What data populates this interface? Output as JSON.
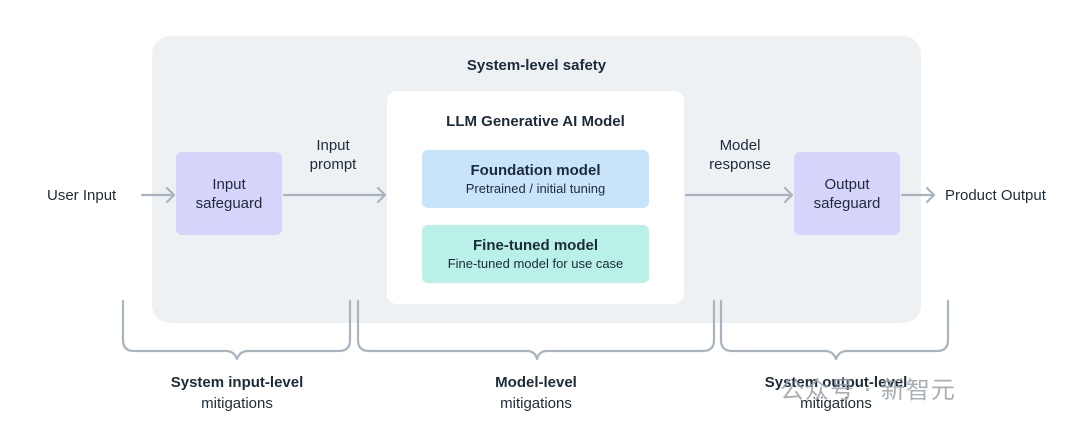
{
  "diagram": {
    "system_title": "System-level safety",
    "model_title": "LLM Generative AI Model",
    "user_input": "User Input",
    "input_safeguard": [
      "Input",
      "safeguard"
    ],
    "input_prompt": [
      "Input",
      "prompt"
    ],
    "foundation": {
      "title": "Foundation model",
      "sub": "Pretrained / initial tuning"
    },
    "finetuned": {
      "title": "Fine-tuned model",
      "sub": "Fine-tuned model for use case"
    },
    "model_response": [
      "Model",
      "response"
    ],
    "output_safeguard": [
      "Output",
      "safeguard"
    ],
    "product_output": "Product Output",
    "bottom": [
      {
        "title": "System input-level",
        "sub": "mitigations"
      },
      {
        "title": "Model-level",
        "sub": "mitigations"
      },
      {
        "title": "System output-level",
        "sub": "mitigations"
      }
    ],
    "watermark": "公众号 · 新智元"
  },
  "colors": {
    "panel": "#eef1f4",
    "safeguard": "#d7d4fb",
    "foundation": "#c8e4fb",
    "finetuned": "#b9f0e8",
    "line": "#a9b4bf"
  }
}
